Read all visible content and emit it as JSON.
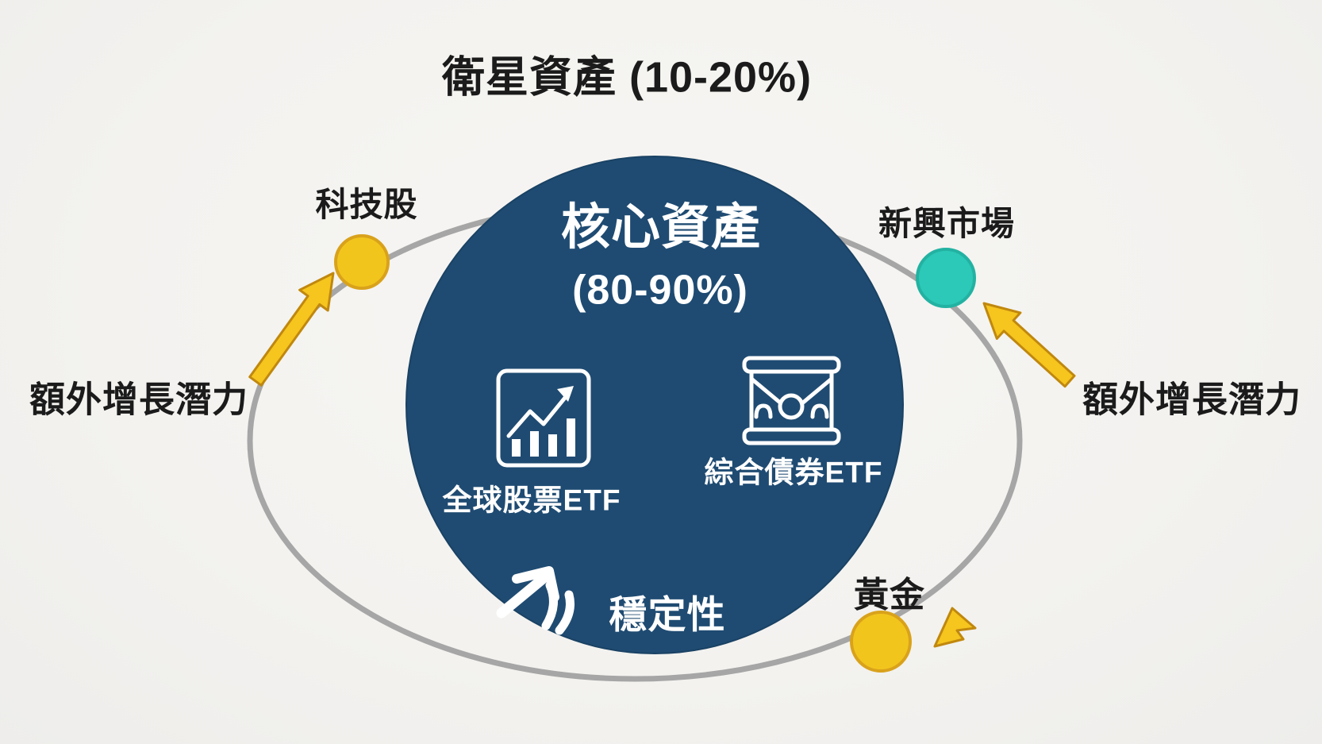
{
  "title": "衛星資產 (10-20%)",
  "core": {
    "title": "核心資產",
    "range": "(80-90%)",
    "stock_etf_label": "全球股票ETF",
    "bond_etf_label": "綜合債券ETF",
    "stability_label": "穩定性",
    "icons": [
      "stock-chart-icon",
      "bond-drum-icon",
      "stability-arrow-icon"
    ]
  },
  "satellites": [
    {
      "label": "科技股",
      "color": "#f2c51d"
    },
    {
      "label": "新興市場",
      "color": "#2cc8b8"
    },
    {
      "label": "黃金",
      "color": "#f2c51d"
    }
  ],
  "annotations": {
    "left_growth_label": "額外增長潛力",
    "right_growth_label": "額外增長潛力"
  },
  "colors": {
    "background": "#f4f3f1",
    "core_circle": "#1f4b72",
    "orbit": "#a6a6a6",
    "arrow": "#f6c51e",
    "arrow_outline": "#c0880e",
    "text_dark": "#1b1b1b",
    "text_light": "#ffffff"
  }
}
